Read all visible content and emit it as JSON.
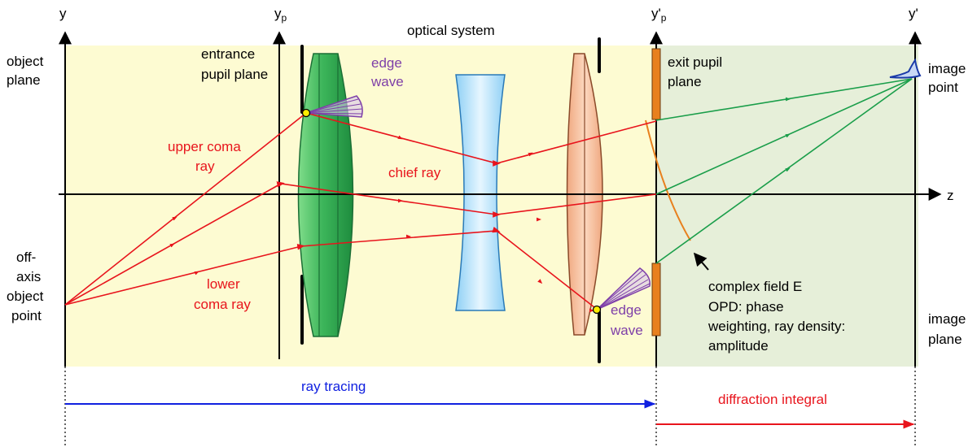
{
  "axes": {
    "y": "y",
    "yp_base": "y",
    "yp_sub": "p",
    "ypp_base": "y'",
    "ypp_sub": "p",
    "yprime": "y'",
    "z": "z"
  },
  "labels": {
    "optical_system": "optical system",
    "object_plane_1": "object",
    "object_plane_2": "plane",
    "entrance_pupil_1": "entrance",
    "entrance_pupil_2": "pupil plane",
    "edge_wave_1": "edge",
    "edge_wave_2": "wave",
    "exit_pupil_1": "exit pupil",
    "exit_pupil_2": "plane",
    "image_point_1": "image",
    "image_point_2": "point",
    "upper_coma_1": "upper coma",
    "upper_coma_2": "ray",
    "chief_ray": "chief ray",
    "lower_coma_1": "lower",
    "lower_coma_2": "coma ray",
    "off_axis_1": "off-",
    "off_axis_2": "axis",
    "off_axis_3": "object",
    "off_axis_4": "point",
    "complex_field_1": "complex field E",
    "complex_field_2": "OPD: phase",
    "complex_field_3": "weighting, ray density:",
    "complex_field_4": "amplitude",
    "image_plane_1": "image",
    "image_plane_2": "plane",
    "ray_tracing": "ray tracing",
    "diffraction_integral": "diffraction integral"
  },
  "colors": {
    "system_bg": "#fdfbd2",
    "image_bg": "#e6efd9",
    "ray": "#e8141c",
    "green_ray": "#1a9e4a",
    "edge_wave": "#7e3fa8",
    "orange_front": "#e8801e",
    "ray_tracing_arrow": "#1020e0",
    "diffraction_arrow": "#e8141c",
    "pupil_bar": "#e8801e"
  }
}
